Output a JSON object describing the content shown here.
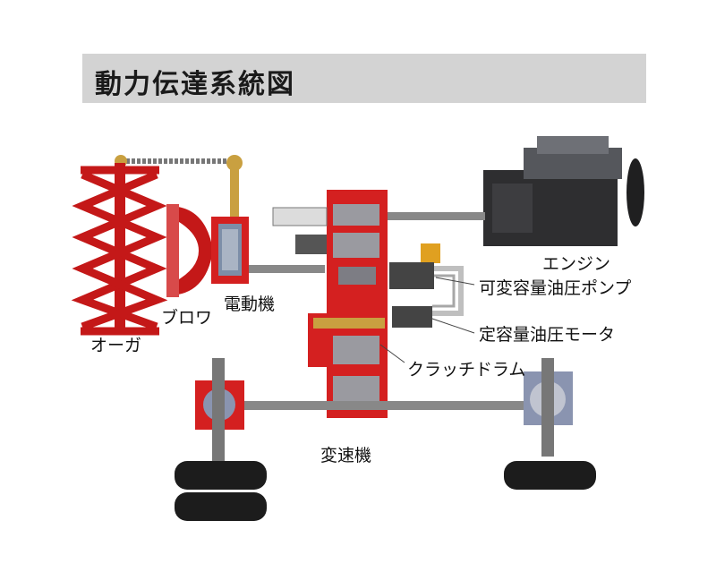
{
  "title": "動力伝達系統図",
  "labels": {
    "engine": "エンジン",
    "variable_pump": "可変容量油圧ポンプ",
    "fixed_motor": "定容量油圧モータ",
    "clutch_drum": "クラッチドラム",
    "transmission": "変速機",
    "electric_motor": "電動機",
    "blower": "ブロワ",
    "auger": "オーガ"
  },
  "colors": {
    "title_bg": "#d3d3d3",
    "housing_red": "#d42020",
    "metal": "#9a9aa0",
    "tire": "#1c1c1c",
    "engine_dark": "#2e2e30",
    "oil_line": "#bfbfbf"
  }
}
